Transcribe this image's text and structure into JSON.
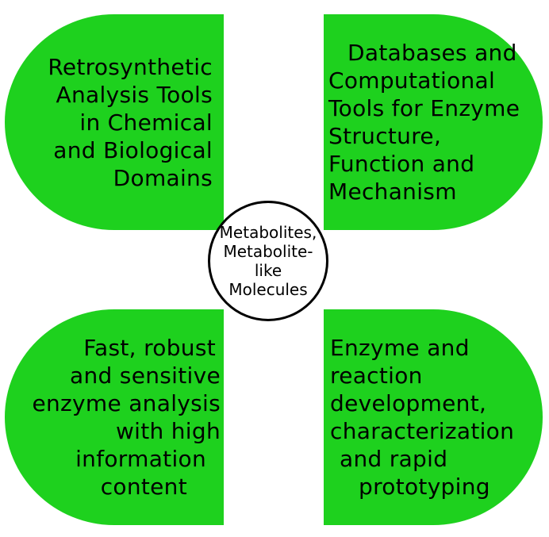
{
  "colors": {
    "petal_fill": "#1ed11e",
    "circle_stroke": "#000000",
    "text": "#000000"
  },
  "center": {
    "lines": [
      "Metabolites,",
      "Metabolite-",
      "like",
      "Molecules"
    ]
  },
  "top_left": {
    "lines": [
      "Retrosynthetic",
      "Analysis Tools",
      "in Chemical",
      "and Biological",
      "Domains"
    ]
  },
  "top_right": {
    "lines": [
      "Databases and",
      "Computational",
      "Tools for Enzyme",
      "Structure,",
      "Function and",
      "Mechanism"
    ]
  },
  "bottom_left": {
    "lines": [
      "Fast, robust",
      "and sensitive",
      "enzyme analysis",
      "with high",
      "information",
      "content"
    ]
  },
  "bottom_right": {
    "lines": [
      "Enzyme and",
      "reaction",
      "development,",
      "characterization",
      "and rapid",
      "prototyping"
    ]
  }
}
